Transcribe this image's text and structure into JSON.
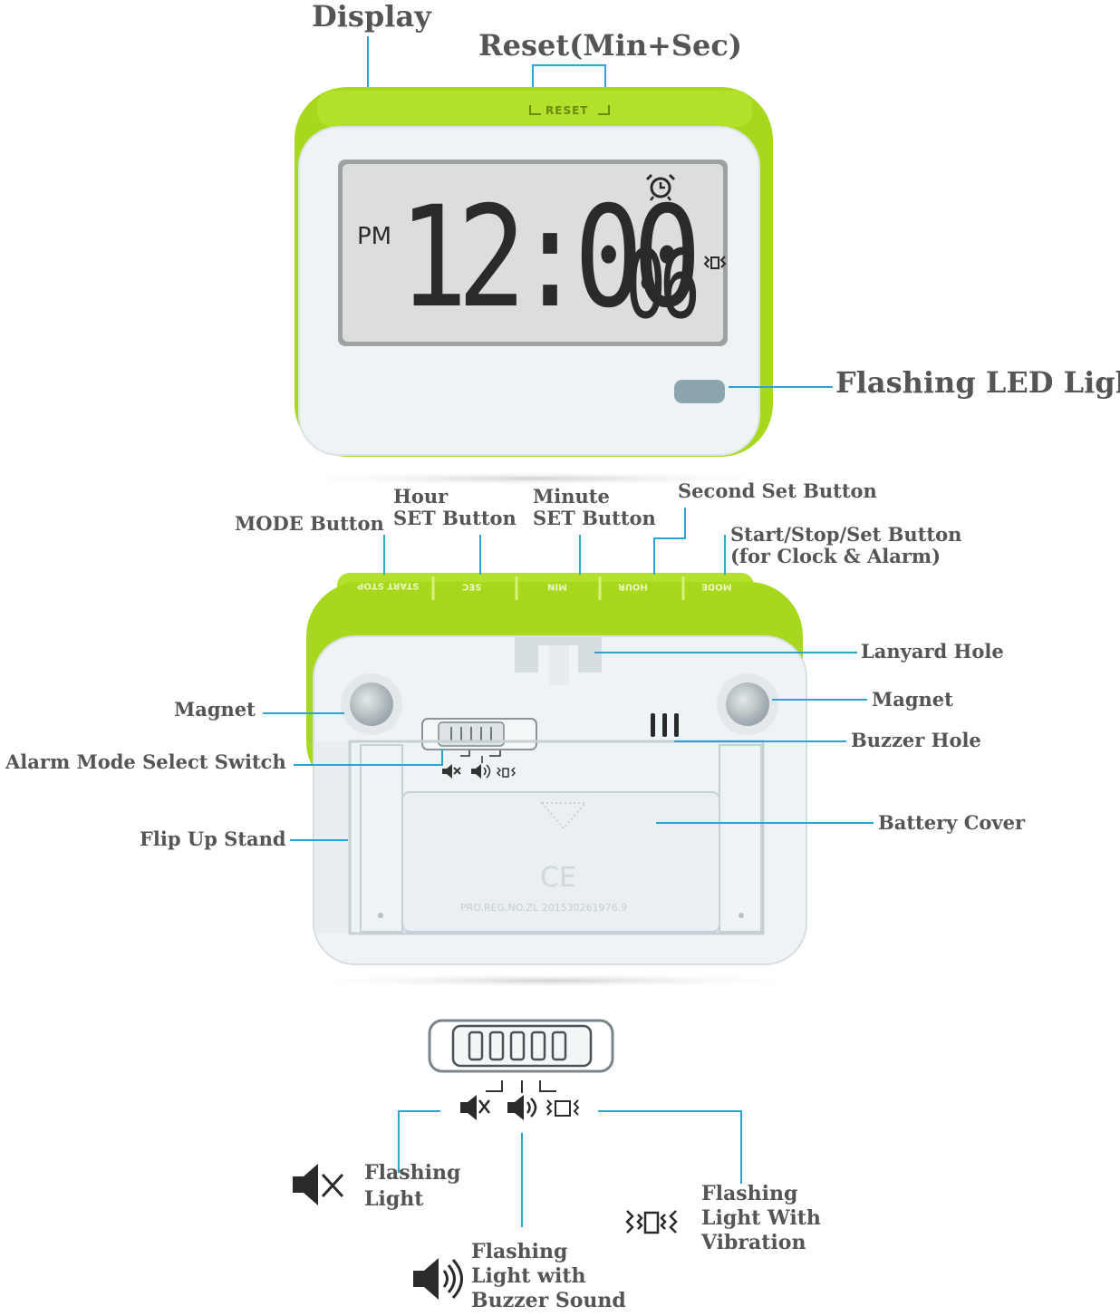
{
  "front": {
    "display_label": "Display",
    "reset_label": "Reset(Min+Sec)",
    "reset_button_text": "RESET",
    "lcd": {
      "meridiem": "PM",
      "time": "12:00",
      "seconds": "06"
    },
    "led_label": "Flashing LED Light"
  },
  "back": {
    "top_buttons": [
      {
        "text": "START STOP"
      },
      {
        "text": "SEC"
      },
      {
        "text": "MIN"
      },
      {
        "text": "HOUR"
      },
      {
        "text": "MODE"
      }
    ],
    "labels": {
      "mode_button": "MODE Button",
      "hour_set": "Hour\nSET Button",
      "minute_set": "Minute\nSET Button",
      "second_set": "Second Set Button",
      "start_stop": "Start/Stop/Set Button\n(for Clock & Alarm)",
      "lanyard": "Lanyard Hole",
      "magnet_left": "Magnet",
      "magnet_right": "Magnet",
      "buzzer": "Buzzer Hole",
      "alarm_switch": "Alarm Mode Select Switch",
      "battery": "Battery Cover",
      "flip_stand": "Flip Up Stand"
    },
    "cover_text": "PRO.REG.NO.ZL 201530261976.9",
    "ce_mark": "CE"
  },
  "modes": {
    "silent": "Flashing\nLight",
    "buzzer": "Flashing\nLight with\nBuzzer Sound",
    "vibration": "Flashing\nLight With\nVibration"
  },
  "colors": {
    "shell_green": "#a8d81c",
    "face_white": "#eef3f6",
    "lcd_bg": "#dcdedd",
    "digits": "#2a2a2a",
    "leader_blue": "#2aa3d9",
    "label_gray": "#555555"
  },
  "icons": [
    "mute-icon",
    "speaker-icon",
    "vibration-icon",
    "alarm-clock-icon"
  ]
}
